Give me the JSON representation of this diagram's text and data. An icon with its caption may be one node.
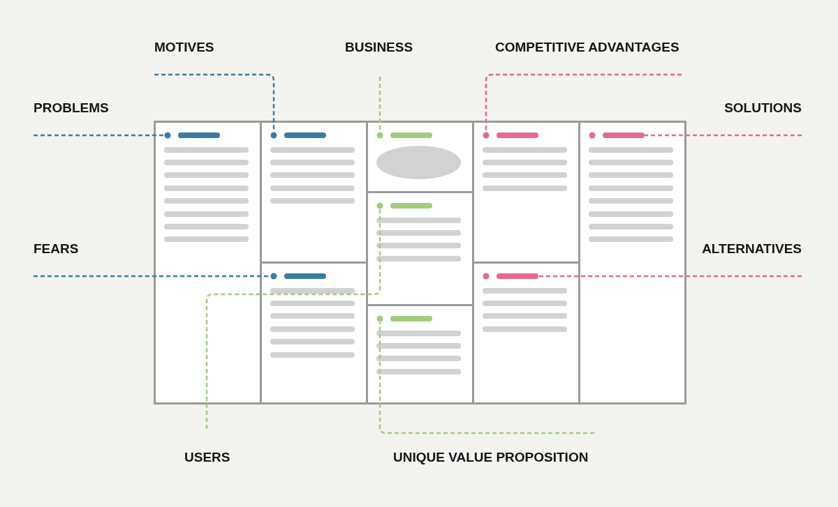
{
  "diagram": {
    "nodes": [
      {
        "text": [
          "MOTIVES"
        ]
      },
      {
        "text": [
          "BUSINESS"
        ]
      },
      {
        "text": [
          "COMPETITIVE ADVANTAGES"
        ]
      },
      {
        "text": [
          "PROBLEMS"
        ]
      },
      {
        "text": [
          "SOLUTIONS"
        ]
      },
      {
        "text": [
          "FEARS"
        ]
      },
      {
        "text": [
          "ALTERNATIVES"
        ]
      },
      {
        "text": [
          "USERS"
        ]
      },
      {
        "text": [
          "UNIQUE VALUE PROPOSITION"
        ]
      },
      {
        "text": [],
        "shape": "box"
      },
      {
        "text": [],
        "shape": "box"
      },
      {
        "text": [],
        "shape": "box"
      },
      {
        "text": [],
        "shape": "box"
      },
      {
        "text": [],
        "shape": "box"
      },
      {
        "text": [],
        "shape": "box"
      },
      {
        "text": [],
        "shape": "box"
      },
      {
        "text": [],
        "shape": "box"
      },
      {
        "text": [],
        "shape": "box"
      },
      {
        "text": [],
        "shape": "bar",
        "in": 9
      },
      {
        "text": [],
        "shape": "bar",
        "in": 10
      },
      {
        "text": [],
        "shape": "bar",
        "in": 11
      },
      {
        "text": [],
        "shape": "bar",
        "in": 12
      },
      {
        "text": [],
        "shape": "bar",
        "in": 13
      },
      {
        "text": [],
        "shape": "bar",
        "in": 14
      },
      {
        "text": [],
        "shape": "bar",
        "in": 15
      },
      {
        "text": [],
        "shape": "bar",
        "in": 16
      },
      {
        "text": [],
        "shape": "bar",
        "in": 17
      }
    ],
    "edges": [
      {
        "from": 3,
        "to": 18,
        "arrow": "none",
        "style": "dashed",
        "color": "#3a7ca5"
      },
      {
        "from": 0,
        "to": 19,
        "arrow": "none",
        "style": "dashed",
        "color": "#3a7ca5"
      },
      {
        "from": 1,
        "to": 21,
        "arrow": "none",
        "style": "dashed",
        "color": "#a3cc7f"
      },
      {
        "from": 2,
        "to": 24,
        "arrow": "none",
        "style": "dashed",
        "color": "#e8688f"
      },
      {
        "from": 4,
        "to": 26,
        "arrow": "none",
        "style": "dashed",
        "color": "#e8688f"
      },
      {
        "from": 5,
        "to": 20,
        "arrow": "none",
        "style": "dashed",
        "color": "#3a7ca5"
      },
      {
        "from": 6,
        "to": 25,
        "arrow": "none",
        "style": "dashed",
        "color": "#e8688f"
      },
      {
        "from": 7,
        "to": 22,
        "arrow": "none",
        "style": "dashed",
        "color": "#a3cc7f"
      },
      {
        "from": 8,
        "to": 23,
        "arrow": "none",
        "style": "dashed",
        "color": "#a3cc7f"
      }
    ]
  }
}
